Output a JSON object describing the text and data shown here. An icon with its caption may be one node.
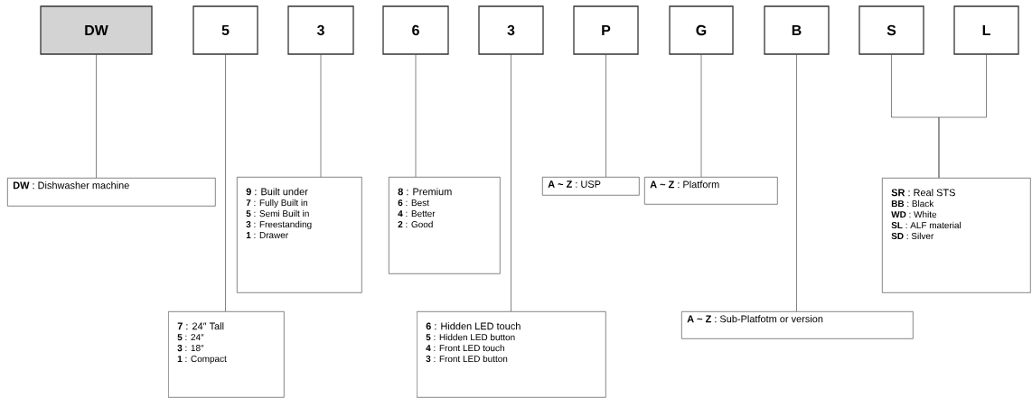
{
  "diagram": {
    "nodes": [
      {
        "text": [
          "DW"
        ]
      },
      {
        "text": [
          "5"
        ]
      },
      {
        "text": [
          "3"
        ]
      },
      {
        "text": [
          "6"
        ]
      },
      {
        "text": [
          "3"
        ]
      },
      {
        "text": [
          "P"
        ]
      },
      {
        "text": [
          "G"
        ]
      },
      {
        "text": [
          "B"
        ]
      },
      {
        "text": [
          "S"
        ]
      },
      {
        "text": [
          "L"
        ]
      },
      {
        "text": [
          "**DW** : Dishwasher machine"
        ]
      },
      {
        "text": [
          "**7** : 24″ Tall",
          "**5** : 24″",
          "**3** : 18″",
          "**1** : Compact"
        ]
      },
      {
        "text": [
          "**9** : Built under",
          "**7** : Fully Built in",
          "**5** : Semi Built in",
          "**3** : Freestanding",
          "**1** : Drawer"
        ]
      },
      {
        "text": [
          "**8** : Premium",
          "**6** : Best",
          "**4** : Better",
          "**2** : Good"
        ]
      },
      {
        "text": [
          "**6** : Hidden LED touch",
          "**5** : Hidden LED button",
          "**4** : Front LED touch",
          "**3** : Front LED button"
        ]
      },
      {
        "text": [
          "**A ~ Z** : USP"
        ]
      },
      {
        "text": [
          "**A ~ Z** : Platform"
        ]
      },
      {
        "text": [
          "**A ~ Z** : Sub-Platfotm or version"
        ]
      },
      {
        "text": [
          "**SR** : Real STS",
          "**BB** : Black",
          "**WD** : White",
          "**SL** : ALF material",
          "**SD** : Silver"
        ]
      }
    ],
    "edges": [
      {
        "from": 0,
        "to": 10,
        "arrow": "none"
      },
      {
        "from": 1,
        "to": 11,
        "arrow": "none"
      },
      {
        "from": 2,
        "to": 12,
        "arrow": "none"
      },
      {
        "from": 3,
        "to": 13,
        "arrow": "none"
      },
      {
        "from": 4,
        "to": 14,
        "arrow": "none"
      },
      {
        "from": 5,
        "to": 15,
        "arrow": "none"
      },
      {
        "from": 6,
        "to": 16,
        "arrow": "none"
      },
      {
        "from": 7,
        "to": 17,
        "arrow": "none"
      },
      {
        "from": 8,
        "to": 18,
        "arrow": "none"
      },
      {
        "from": 9,
        "to": 18,
        "arrow": "none"
      }
    ]
  }
}
